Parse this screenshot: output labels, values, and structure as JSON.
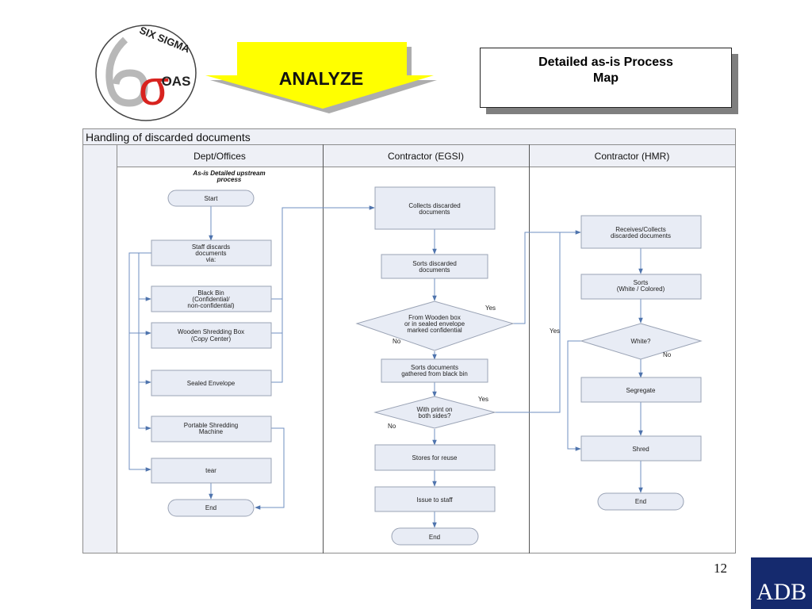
{
  "logo": {
    "line1": "SIX SIGMA",
    "line2": "OAS",
    "symbol": "σ"
  },
  "phase_banner": {
    "label": "ANALYZE"
  },
  "title_box": {
    "text": "Detailed as-is Process\nMap"
  },
  "diagram": {
    "title": "Handling of discarded documents",
    "lanes": [
      {
        "name": "Dept/Offices"
      },
      {
        "name": "Contractor (EGSI)"
      },
      {
        "name": "Contractor (HMR)"
      }
    ],
    "subtitle_line1": "As-is Detailed upstream",
    "subtitle_line2": "process",
    "nodes": {
      "start": "Start",
      "staff_discards": [
        "Staff discards",
        "documents",
        "via:"
      ],
      "black_bin": [
        "Black Bin",
        "(Confidential/",
        "non-confidential)"
      ],
      "wooden_box": [
        "Wooden Shredding Box",
        "(Copy Center)"
      ],
      "sealed_envelope": [
        "Sealed Envelope"
      ],
      "portable_shredder": [
        "Portable Shredding",
        "Machine"
      ],
      "tear": [
        "tear"
      ],
      "end_dept": "End",
      "collects": [
        "Collects discarded",
        "documents"
      ],
      "sorts_discarded": [
        "Sorts discarded",
        "documents"
      ],
      "decision_wooden": [
        "From Wooden box",
        "or in sealed envelope",
        "marked confidential"
      ],
      "sorts_black_bin": [
        "Sorts documents",
        "gathered from black bin"
      ],
      "decision_print": [
        "With print on",
        "both sides?"
      ],
      "stores": [
        "Stores for reuse"
      ],
      "issue": [
        "Issue to staff"
      ],
      "end_egsi": "End",
      "receives": [
        "Receives/Collects",
        "discarded documents"
      ],
      "sorts_white": [
        "Sorts",
        "(White / Colored)"
      ],
      "decision_white": [
        "White?"
      ],
      "segregate": [
        "Segregate"
      ],
      "shred": [
        "Shred"
      ],
      "end_hmr": "End"
    },
    "edge_labels": {
      "yes": "Yes",
      "no": "No"
    }
  },
  "footer": {
    "page_number": "12",
    "brand": "ADB"
  },
  "colors": {
    "node_fill": "#e8ecf5",
    "node_stroke": "#9aa3b5",
    "connector": "#5b7fb5",
    "banner_yellow": "#ffff00",
    "adb_blue": "#152a6e",
    "sigma_red": "#d8231f"
  }
}
